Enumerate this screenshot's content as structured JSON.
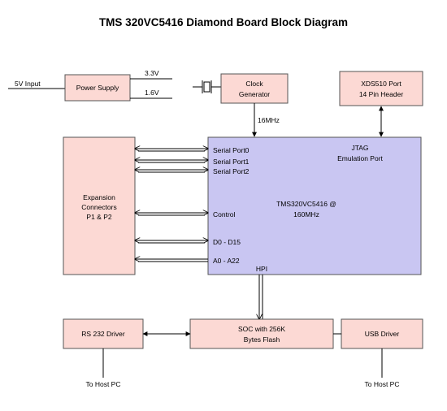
{
  "title": "TMS 320VC5416  Diamond Board  Block  Diagram",
  "blocks": {
    "power_supply": "Power Supply",
    "clock_generator": [
      "Clock",
      "Generator"
    ],
    "xds510_port": [
      "XDS510 Port",
      "14 Pin Header"
    ],
    "expansion_connectors": [
      "Expansion",
      "Connectors",
      "P1 & P2"
    ],
    "dsp": [
      "TMS320VC5416 @",
      "160MHz"
    ],
    "jtag": [
      "JTAG",
      "Emulation Port"
    ],
    "rs232_driver": "RS 232 Driver",
    "soc_flash": [
      "SOC with 256K",
      "Bytes Flash"
    ],
    "usb_driver": "USB Driver"
  },
  "signals": {
    "input_5v": "5V Input",
    "out_3v3": "3.3V",
    "out_1v6": "1.6V",
    "clock_freq": "16MHz",
    "serial_port0": "Serial Port0",
    "serial_port1": "Serial Port1",
    "serial_port2": "Serial Port2",
    "control": "Control",
    "data_bus": "D0 - D15",
    "addr_bus": "A0 - A22",
    "hpi": "HPI",
    "host_pc_left": "To Host PC",
    "host_pc_right": "To Host PC"
  },
  "colors": {
    "block_fill": "#fcd9d4",
    "dsp_fill": "#c9c6f2",
    "line": "#000000"
  }
}
